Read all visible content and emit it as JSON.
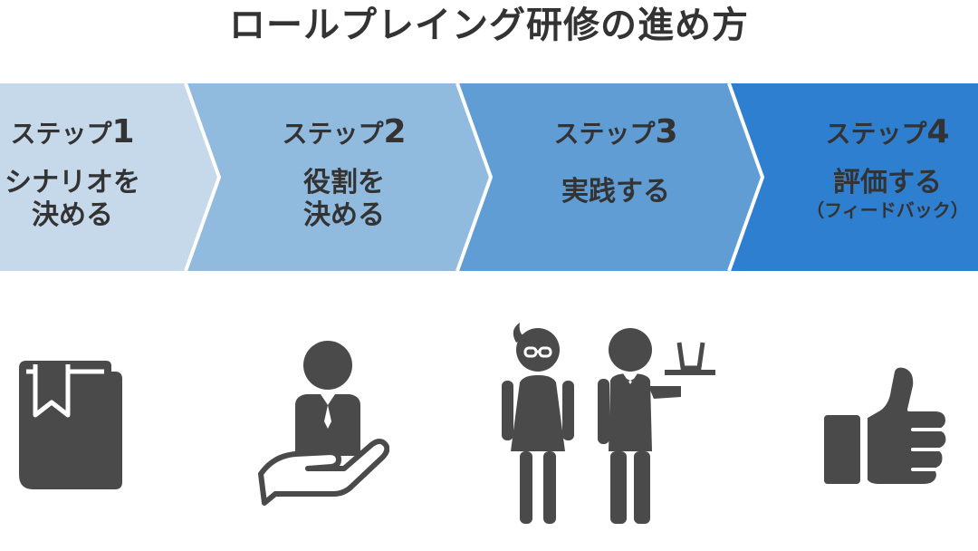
{
  "title": "ロールプレイング研修の進め方",
  "colors": {
    "step1": "#c6d9eb",
    "step2": "#90bbdf",
    "step3": "#5f9dd4",
    "step4": "#2f7fd0",
    "text": "#333333",
    "icon": "#4a4a4a"
  },
  "steps": [
    {
      "label": "ステップ",
      "number": "1",
      "description": "シナリオを\n決める",
      "note": "",
      "icon": "book-icon"
    },
    {
      "label": "ステップ",
      "number": "2",
      "description": "役割を\n決める",
      "note": "",
      "icon": "hand-holding-person-icon"
    },
    {
      "label": "ステップ",
      "number": "3",
      "description": "実践する",
      "note": "",
      "icon": "customer-and-waiter-icon"
    },
    {
      "label": "ステップ",
      "number": "4",
      "description": "評価する",
      "note": "（フィードバック）",
      "icon": "thumbs-up-icon"
    }
  ]
}
